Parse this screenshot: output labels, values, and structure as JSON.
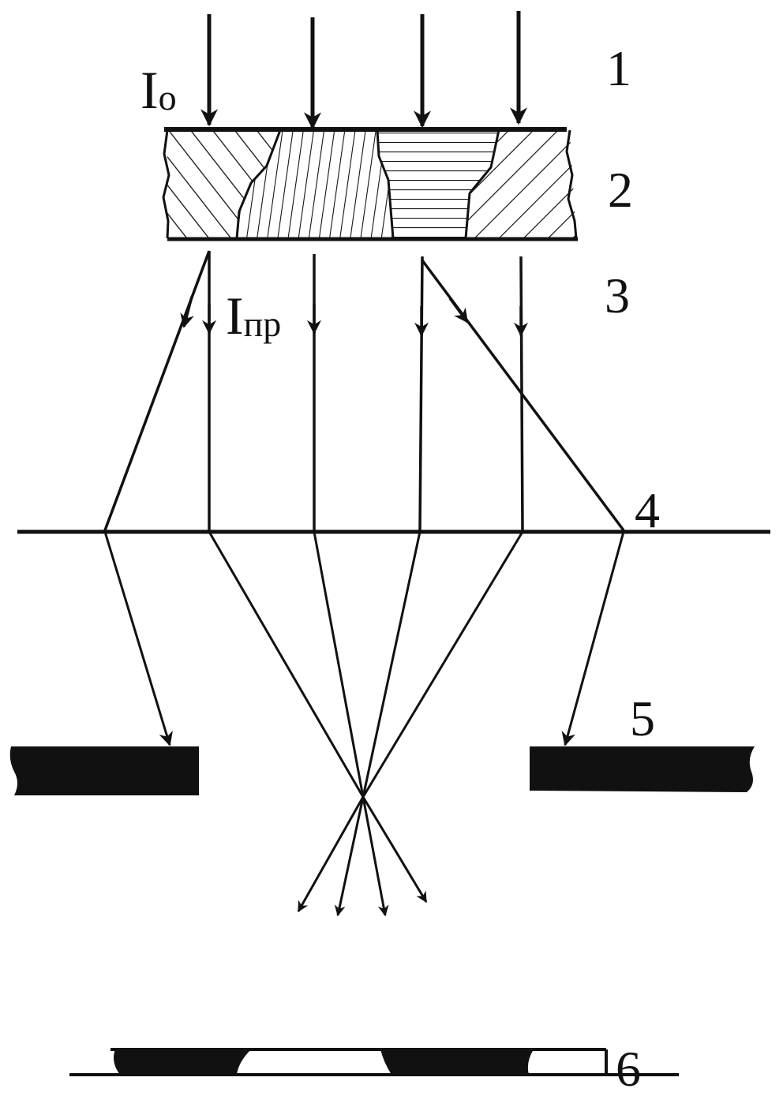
{
  "labels": {
    "incident_symbol": "I",
    "incident_subscript": "o",
    "transmitted_symbol": "I",
    "transmitted_subscript": "пр",
    "n1": "1",
    "n2": "2",
    "n3": "3",
    "n4": "4",
    "n5": "5",
    "n6": "6"
  },
  "colors": {
    "ink": "#111111",
    "background": "#ffffff"
  }
}
